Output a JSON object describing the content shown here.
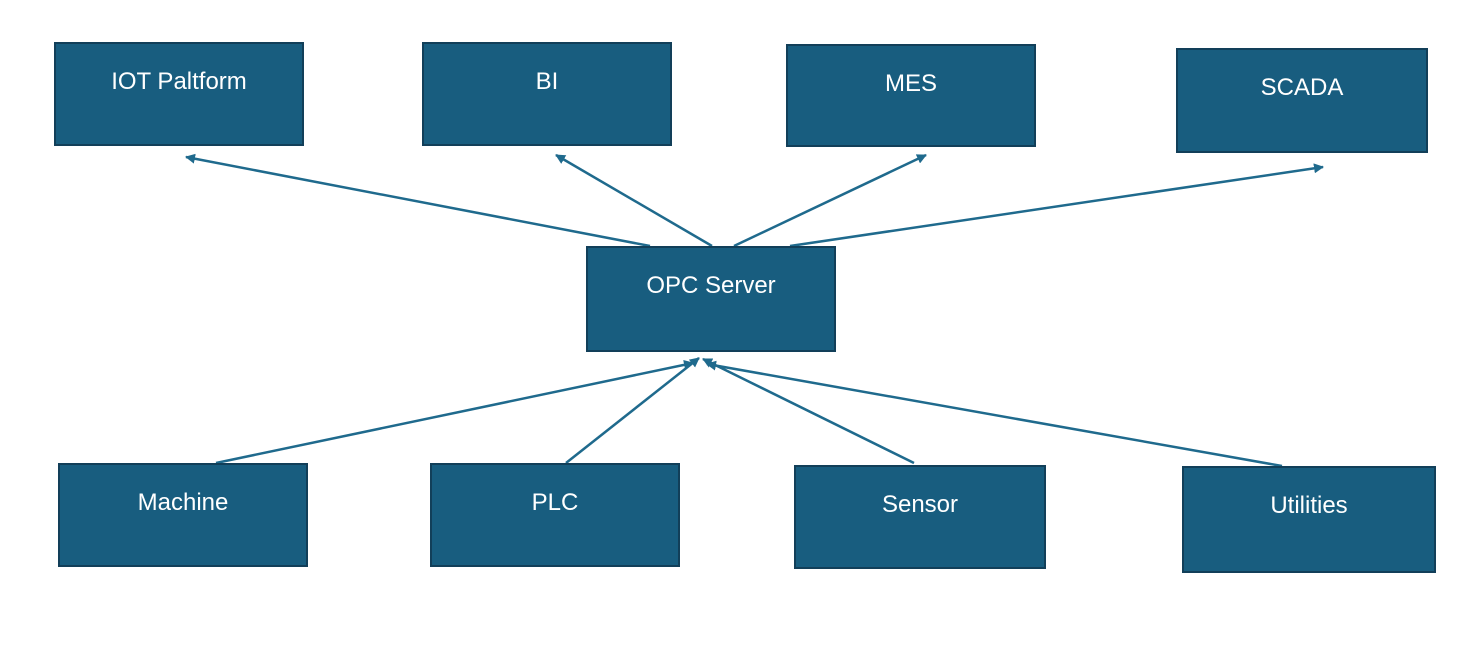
{
  "colors": {
    "box_fill": "#185d7f",
    "box_border": "#123f59",
    "box_text": "#ffffff",
    "arrow": "#1f6a8d",
    "background": "#ffffff"
  },
  "nodes": {
    "iot": "IOT Paltform",
    "bi": "BI",
    "mes": "MES",
    "scada": "SCADA",
    "opc": "OPC Server",
    "machine": "Machine",
    "plc": "PLC",
    "sensor": "Sensor",
    "utilities": "Utilities"
  },
  "edges": [
    {
      "from": "opc",
      "to": "iot"
    },
    {
      "from": "opc",
      "to": "bi"
    },
    {
      "from": "opc",
      "to": "mes"
    },
    {
      "from": "opc",
      "to": "scada"
    },
    {
      "from": "machine",
      "to": "opc"
    },
    {
      "from": "plc",
      "to": "opc"
    },
    {
      "from": "sensor",
      "to": "opc"
    },
    {
      "from": "utilities",
      "to": "opc"
    }
  ]
}
